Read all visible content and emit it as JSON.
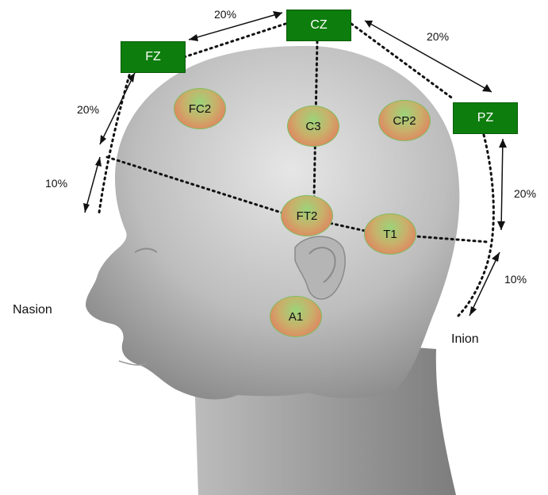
{
  "colors": {
    "box_fill": "#0d7d0d",
    "electrode_top": "#9bd47a",
    "electrode_bottom": "#ee6a5c",
    "skin": "#c8c8c8"
  },
  "landmarks": {
    "nasion": "Nasion",
    "inion": "Inion"
  },
  "boxes": {
    "fz": "FZ",
    "cz": "CZ",
    "pz": "PZ"
  },
  "electrodes": {
    "fc2": "FC2",
    "c3": "C3",
    "cp2": "CP2",
    "ft2": "FT2",
    "t1": "T1",
    "a1": "A1"
  },
  "percentages": {
    "fz_cz": "20%",
    "cz_pz": "20%",
    "fz_front": "20%",
    "front_nasion": "10%",
    "pz_back": "20%",
    "back_inion": "10%"
  }
}
